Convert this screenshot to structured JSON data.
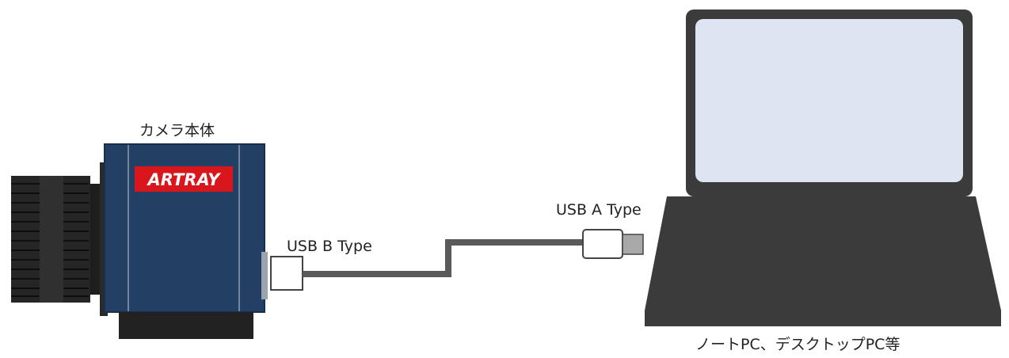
{
  "labels": {
    "camera_body": "カメラ本体",
    "usb_b": "USB B Type",
    "usb_a": "USB A Type",
    "computer": "ノートPC、デスクトップPC等"
  },
  "camera": {
    "logo_text": "ARTRAY"
  },
  "colors": {
    "camera_body": "#233f63",
    "logo_bg": "#d8161b",
    "lens": "#222222",
    "cable": "#5a5a5a",
    "connector_fill": "#ffffff",
    "connector_plug": "#a8a8a8",
    "laptop_frame": "#3b3b3b",
    "laptop_screen": "#dce5f1"
  }
}
